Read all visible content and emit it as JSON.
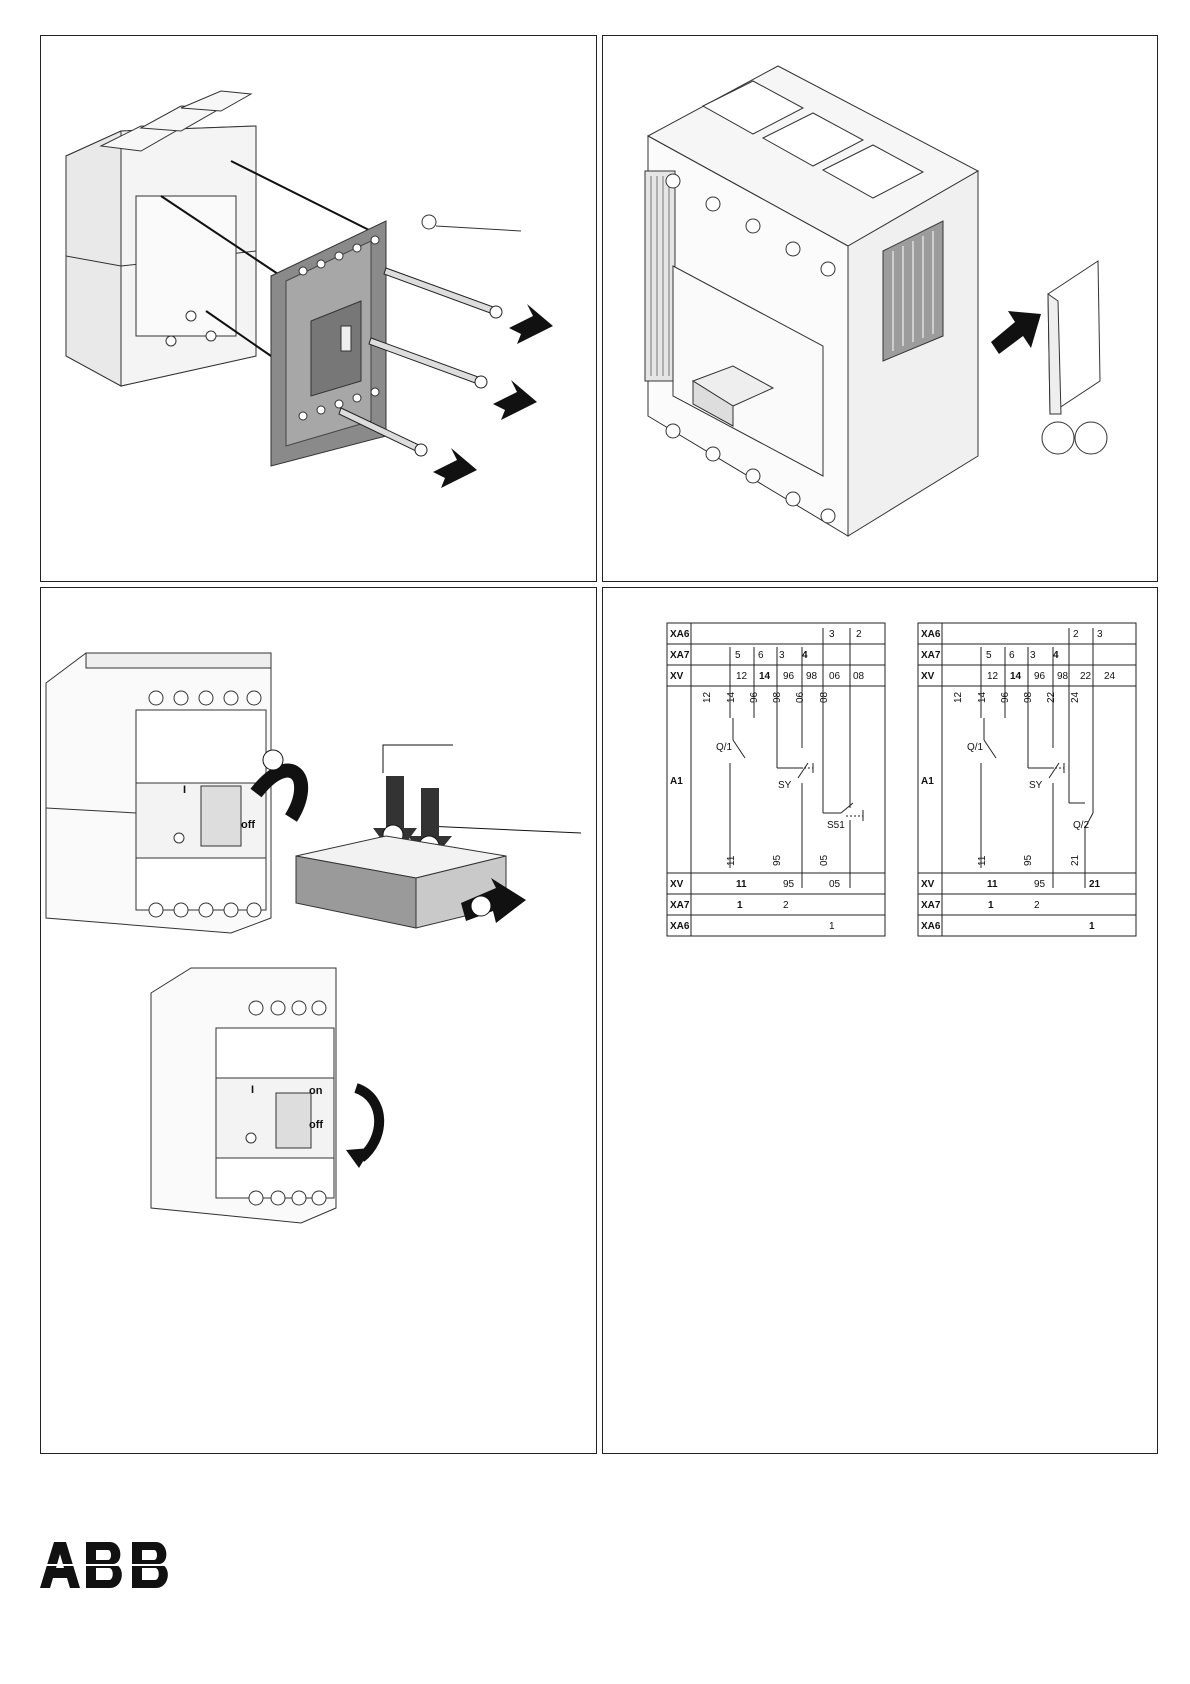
{
  "figure1": {
    "screw_marker": "circle-callout"
  },
  "figure2": {},
  "figure3": {
    "top_breaker": {
      "on_symbol": "I",
      "off_label": "off"
    },
    "bottom_breaker": {
      "on_symbol": "I",
      "on_label": "on",
      "off_label": "off"
    }
  },
  "diagram_left": {
    "rows": {
      "xa6": "XA6",
      "xa7": "XA7",
      "xv": "XV",
      "a1": "A1"
    },
    "top_xa6": [
      "3",
      "2"
    ],
    "top_xa7": [
      "5",
      "6",
      "3",
      "4"
    ],
    "top_xv": [
      "12",
      "14",
      "96",
      "98",
      "06",
      "08"
    ],
    "pins_top": [
      "12",
      "14",
      "96",
      "98",
      "06",
      "08"
    ],
    "contacts": [
      "Q/1",
      "SY",
      "S51"
    ],
    "pins_bottom": [
      "11",
      "95",
      "05"
    ],
    "bottom_xv": [
      "11",
      "95",
      "05"
    ],
    "bottom_xa7": [
      "1",
      "2"
    ],
    "bottom_xa6": [
      "1"
    ]
  },
  "diagram_right": {
    "rows": {
      "xa6": "XA6",
      "xa7": "XA7",
      "xv": "XV",
      "a1": "A1"
    },
    "top_xa6": [
      "2",
      "3"
    ],
    "top_xa7": [
      "5",
      "6",
      "3",
      "4"
    ],
    "top_xv": [
      "12",
      "14",
      "96",
      "98",
      "22",
      "24"
    ],
    "pins_top": [
      "12",
      "14",
      "96",
      "98",
      "22",
      "24"
    ],
    "contacts": [
      "Q/1",
      "SY",
      "Q/2"
    ],
    "pins_bottom": [
      "11",
      "95",
      "21"
    ],
    "bottom_xv": [
      "11",
      "95",
      "21"
    ],
    "bottom_xa7": [
      "1",
      "2"
    ],
    "bottom_xa6": [
      "1"
    ]
  },
  "logo": {
    "text": "ABB",
    "color": "#111111"
  }
}
